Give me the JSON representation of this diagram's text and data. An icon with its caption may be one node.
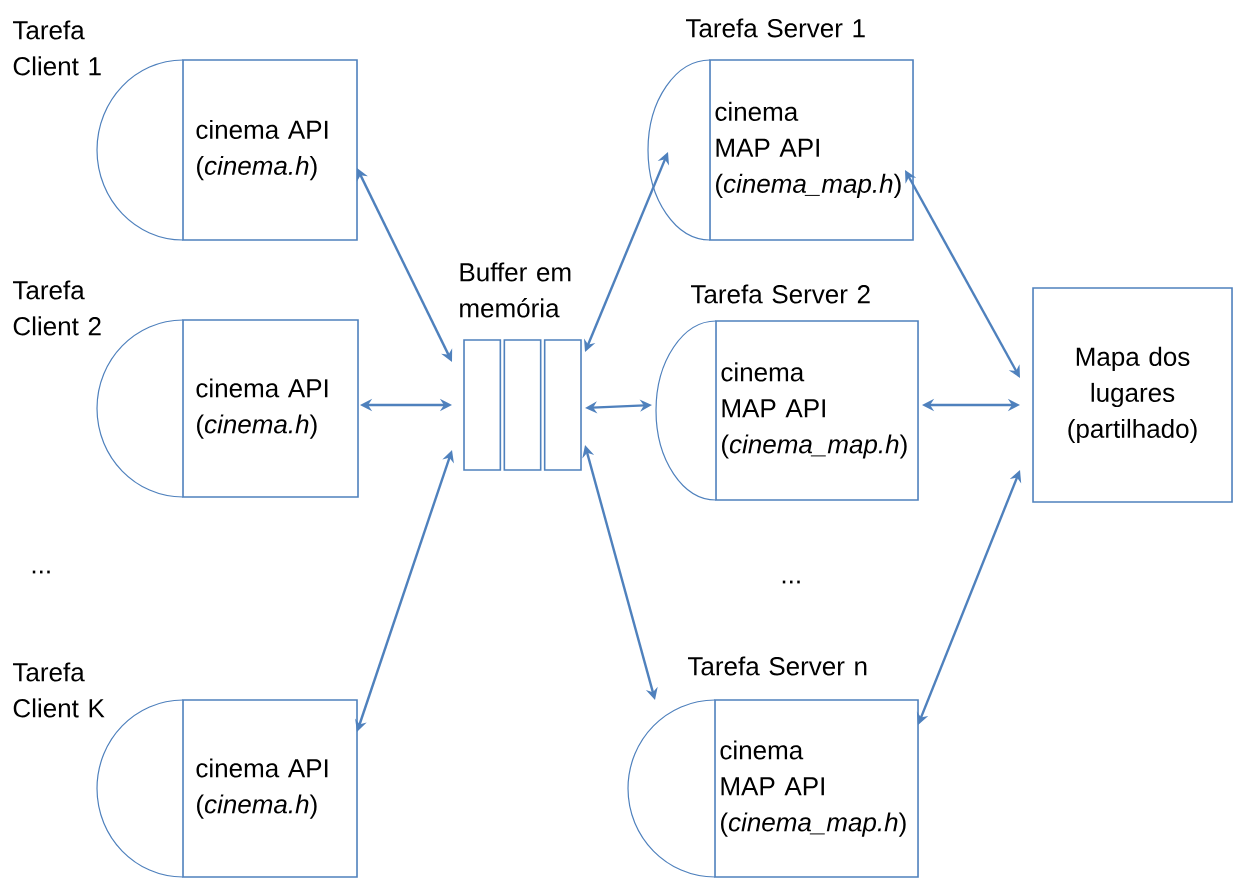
{
  "diagram": {
    "nodes": [
      {
        "text": [
          "Tarefa Client 1",
          "cinema API (*cinema.h*)"
        ]
      },
      {
        "text": [
          "Tarefa Client 2",
          "cinema API (*cinema.h*)"
        ]
      },
      {
        "text": [
          "Tarefa Client K",
          "cinema API (*cinema.h*)"
        ]
      },
      {
        "text": [
          "Buffer em memória"
        ]
      },
      {
        "text": [
          "Tarefa Server 1",
          "cinema MAP API (*cinema_map.h*)"
        ]
      },
      {
        "text": [
          "Tarefa Server 2",
          "cinema MAP API (*cinema_map.h*)"
        ]
      },
      {
        "text": [
          "Tarefa Server n",
          "cinema MAP API (*cinema_map.h*)"
        ]
      },
      {
        "text": [
          "Mapa dos lugares (partilhado)"
        ]
      }
    ],
    "edges": [
      {
        "from": 0,
        "to": 3,
        "arrow": "both"
      },
      {
        "from": 1,
        "to": 3,
        "arrow": "both"
      },
      {
        "from": 2,
        "to": 3,
        "arrow": "both"
      },
      {
        "from": 3,
        "to": 4,
        "arrow": "both"
      },
      {
        "from": 3,
        "to": 5,
        "arrow": "both"
      },
      {
        "from": 3,
        "to": 6,
        "arrow": "both"
      },
      {
        "from": 4,
        "to": 7,
        "arrow": "both"
      },
      {
        "from": 5,
        "to": 7,
        "arrow": "both"
      },
      {
        "from": 6,
        "to": 7,
        "arrow": "both"
      }
    ],
    "labels": [
      "...",
      "..."
    ]
  }
}
